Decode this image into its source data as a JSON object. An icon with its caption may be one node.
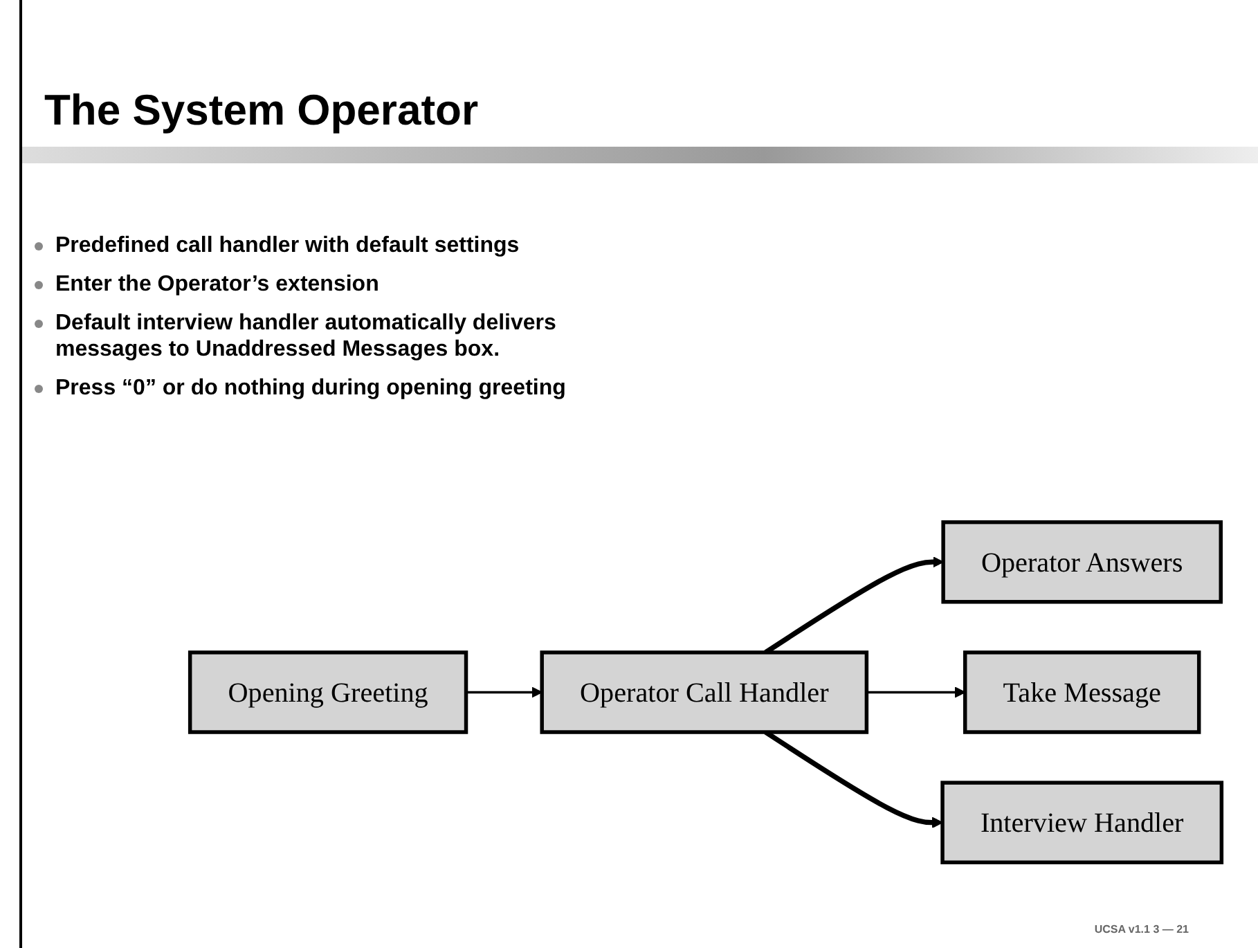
{
  "diagram": {
    "title": "The System Operator",
    "nodes": [
      {
        "text": [
          "Opening Greeting"
        ]
      },
      {
        "text": [
          "Operator Call Handler"
        ]
      },
      {
        "text": [
          "Operator Answers"
        ]
      },
      {
        "text": [
          "Take Message"
        ]
      },
      {
        "text": [
          "Interview Handler"
        ]
      }
    ],
    "edges": [
      {
        "from": 0,
        "to": 1,
        "arrow": "to"
      },
      {
        "from": 1,
        "to": 2,
        "arrow": "to",
        "style": "thick"
      },
      {
        "from": 1,
        "to": 3,
        "arrow": "to"
      },
      {
        "from": 1,
        "to": 4,
        "arrow": "to",
        "style": "thick"
      }
    ],
    "labels": [
      "Predefined call handler with default settings",
      "Enter the Operator’s extension",
      "Default interview handler automatically delivers messages to Unaddressed Messages box.",
      "Press “0” or do nothing during opening greeting",
      "UCSA v1.1 3 — 21"
    ]
  }
}
